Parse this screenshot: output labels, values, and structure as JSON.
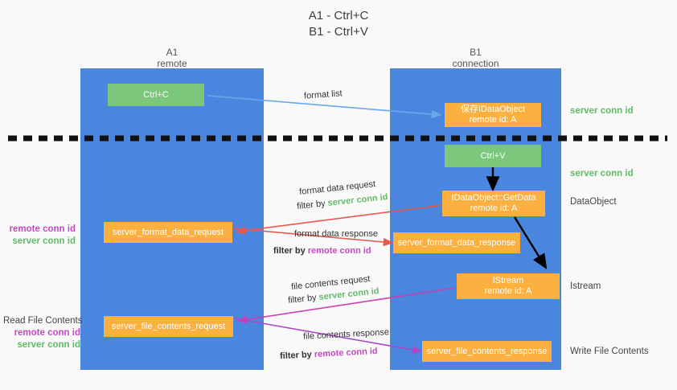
{
  "title": "A1 - Ctrl+C\nB1 - Ctrl+V",
  "colors": {
    "lane": "#4a86e0",
    "orange": "#fbb040",
    "green": "#7bc87c",
    "server_conn": "#63bb6a",
    "remote_conn": "#c44ac4",
    "arrow_blue": "#6aa9e9",
    "arrow_red": "#e8584c",
    "arrow_magenta": "#cc3fb0",
    "arrow_purple": "#a64ac9",
    "arrow_black": "#000000",
    "background": "#f9f9f9"
  },
  "lanes": [
    {
      "id": "a1",
      "title": "A1\nremote"
    },
    {
      "id": "b1",
      "title": "B1\nconnection"
    }
  ],
  "nodes": {
    "ctrl_c": {
      "line1": "Ctrl+C",
      "line2": ""
    },
    "save_dataobject": {
      "line1": "保存IDataObject",
      "line2": "remote id: A"
    },
    "ctrl_v": {
      "line1": "Ctrl+V",
      "line2": ""
    },
    "getdata": {
      "line1": "IDataObject::GetData",
      "line2": "remote id: A"
    },
    "server_format_data_request": {
      "line1": "server_format_data_request",
      "line2": ""
    },
    "server_format_data_response": {
      "line1": "server_format_data_response",
      "line2": ""
    },
    "istream": {
      "line1": "IStream",
      "line2": "remote id: A"
    },
    "server_file_contents_request": {
      "line1": "server_file_contents_request",
      "line2": ""
    },
    "server_file_contents_response": {
      "line1": "server_file_contents_response",
      "line2": ""
    }
  },
  "right_labels": [
    {
      "id": "server-conn-id-1",
      "text": "server conn id",
      "style": "green-b"
    },
    {
      "id": "server-conn-id-2",
      "text": "server conn id",
      "style": "green-b"
    },
    {
      "id": "dataobject",
      "text": "DataObject",
      "style": "plain"
    },
    {
      "id": "istream",
      "text": "Istream",
      "style": "plain"
    },
    {
      "id": "write-file-contents",
      "text": "Write File Contents",
      "style": "plain"
    }
  ],
  "left_labels": {
    "format_block": {
      "remote": "remote conn id",
      "server": "server conn id"
    },
    "read_file_contents": {
      "heading": "Read File Contents",
      "remote": "remote conn id",
      "server": "server conn id"
    }
  },
  "edges": [
    {
      "id": "format-list",
      "label": "format list",
      "filter_prefix": "",
      "filter_tag": "",
      "filter_tag_kind": ""
    },
    {
      "id": "format-data-request",
      "label": "format data request",
      "filter_prefix": "filter by ",
      "filter_tag": "server conn id",
      "filter_tag_kind": "green"
    },
    {
      "id": "format-data-response",
      "label": "format data response",
      "filter_prefix": "filter by ",
      "filter_tag": "remote conn id",
      "filter_tag_kind": "purple"
    },
    {
      "id": "file-contents-request",
      "label": "file contents request",
      "filter_prefix": "filter by ",
      "filter_tag": "server conn id",
      "filter_tag_kind": "green"
    },
    {
      "id": "file-contents-response",
      "label": "file contents response",
      "filter_prefix": "filter by ",
      "filter_tag": "remote conn id",
      "filter_tag_kind": "purple"
    }
  ]
}
